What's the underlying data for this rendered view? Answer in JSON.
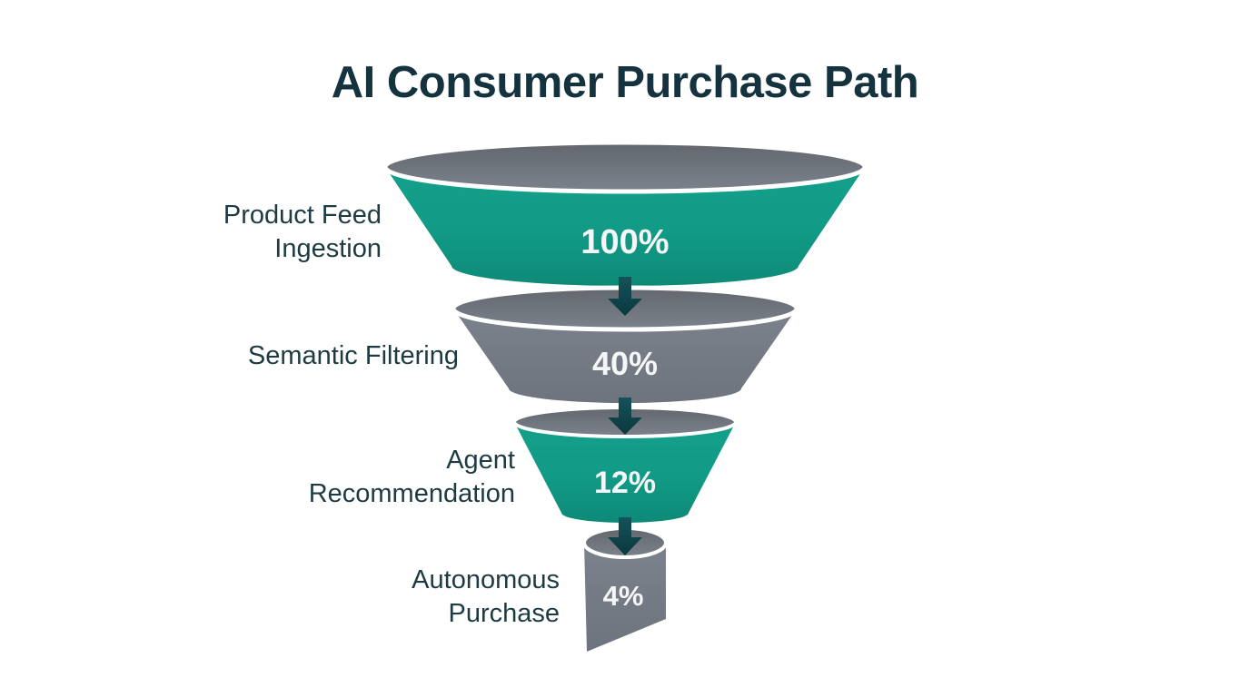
{
  "title": "AI Consumer Purchase Path",
  "colors": {
    "background": "#ffffff",
    "title_text": "#14333e",
    "label_text": "#1e3b43",
    "teal_segment": "#119a85",
    "gray_segment": "#757b85",
    "funnel_interior_gray": "#6d727b",
    "arrow_dark_teal": "#10464d",
    "value_text": "#f5f6f7",
    "rim": "#ffffff"
  },
  "chart_data": {
    "type": "funnel",
    "title": "AI Consumer Purchase Path",
    "flow_direction": "top-to-bottom",
    "legend": "none",
    "stages": [
      {
        "label": "Product Feed Ingestion",
        "label_lines": [
          "Product Feed",
          "Ingestion"
        ],
        "value": 100,
        "value_label": "100%",
        "fill": "teal"
      },
      {
        "label": "Semantic Filtering",
        "label_lines": [
          "Semantic Filtering"
        ],
        "value": 40,
        "value_label": "40%",
        "fill": "gray"
      },
      {
        "label": "Agent Recommendation",
        "label_lines": [
          "Agent",
          "Recommendation"
        ],
        "value": 12,
        "value_label": "12%",
        "fill": "teal"
      },
      {
        "label": "Autonomous Purchase",
        "label_lines": [
          "Autonomous",
          "Purchase"
        ],
        "value": 4,
        "value_label": "4%",
        "fill": "gray"
      }
    ]
  }
}
